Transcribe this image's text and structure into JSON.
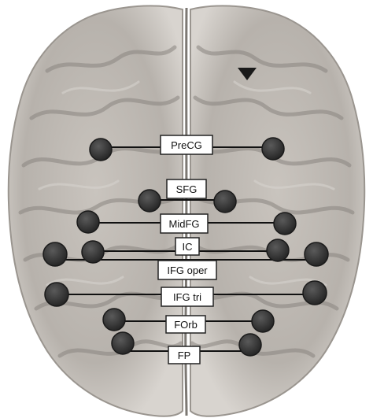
{
  "figure": {
    "colors": {
      "background": "#ffffff",
      "brain_fill": "#b9b4ae",
      "brain_outline": "#8e8984",
      "gyri_shade": "#7f7a75",
      "node_fill": "#3a3a3a",
      "node_stroke": "#1a1a1a",
      "connection_line": "#111111",
      "label_box_fill": "#ffffff",
      "label_box_stroke": "#222222"
    },
    "regions": [
      {
        "label": "PreCG"
      },
      {
        "label": "SFG"
      },
      {
        "label": "MidFG"
      },
      {
        "label": "IC"
      },
      {
        "label": "IFG oper"
      },
      {
        "label": "IFG tri"
      },
      {
        "label": "FOrb"
      },
      {
        "label": "FP"
      }
    ],
    "marker": {
      "icon": "triangle-marker-icon",
      "direction": "down"
    }
  }
}
